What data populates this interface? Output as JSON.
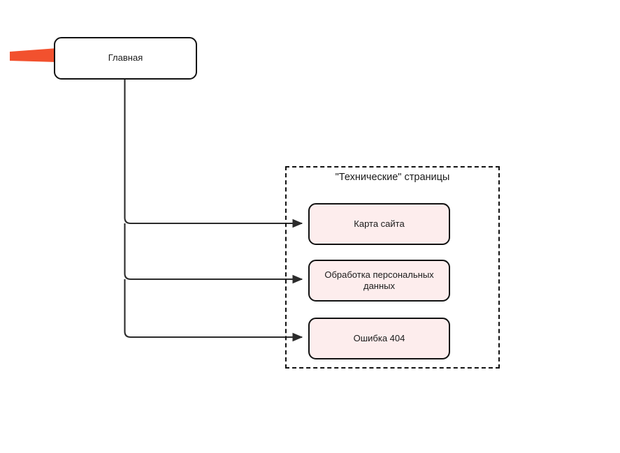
{
  "diagram": {
    "title_node": {
      "label": "Главная",
      "fill": "#ffffff",
      "stroke": "#121212"
    },
    "highlight": {
      "name": "orange-marker-stroke",
      "color": "#f2512e"
    },
    "group": {
      "label": "\"Технические\" страницы",
      "stroke": "#121212",
      "style": "dashed"
    },
    "pages": [
      {
        "label": "Карта сайта",
        "fill": "#fdeded",
        "stroke": "#121212"
      },
      {
        "label": "Обработка персональных данных",
        "fill": "#fdeded",
        "stroke": "#121212"
      },
      {
        "label": "Ошибка 404",
        "fill": "#fdeded",
        "stroke": "#121212"
      }
    ],
    "edges": {
      "color": "#2b2b2b",
      "count": 3
    }
  }
}
